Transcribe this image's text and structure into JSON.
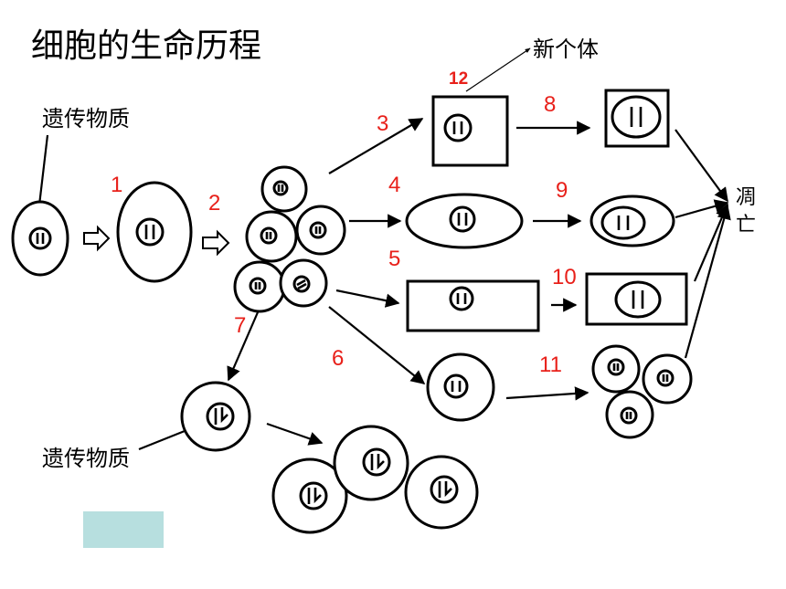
{
  "title": "细胞的生命历程",
  "labels": {
    "genetic_material_top": "遗传物质",
    "genetic_material_bottom": "遗传物质",
    "new_individual": "新个体",
    "apoptosis": [
      "凋",
      "亡"
    ]
  },
  "steps": {
    "s1": "1",
    "s2": "2",
    "s3": "3",
    "s4": "4",
    "s5": "5",
    "s6": "6",
    "s7": "7",
    "s8": "8",
    "s9": "9",
    "s10": "10",
    "s11": "11",
    "s12": "12"
  },
  "colors": {
    "step_number": "#e8201a",
    "legend_box": "#b7dfdf",
    "stroke": "#000000"
  }
}
